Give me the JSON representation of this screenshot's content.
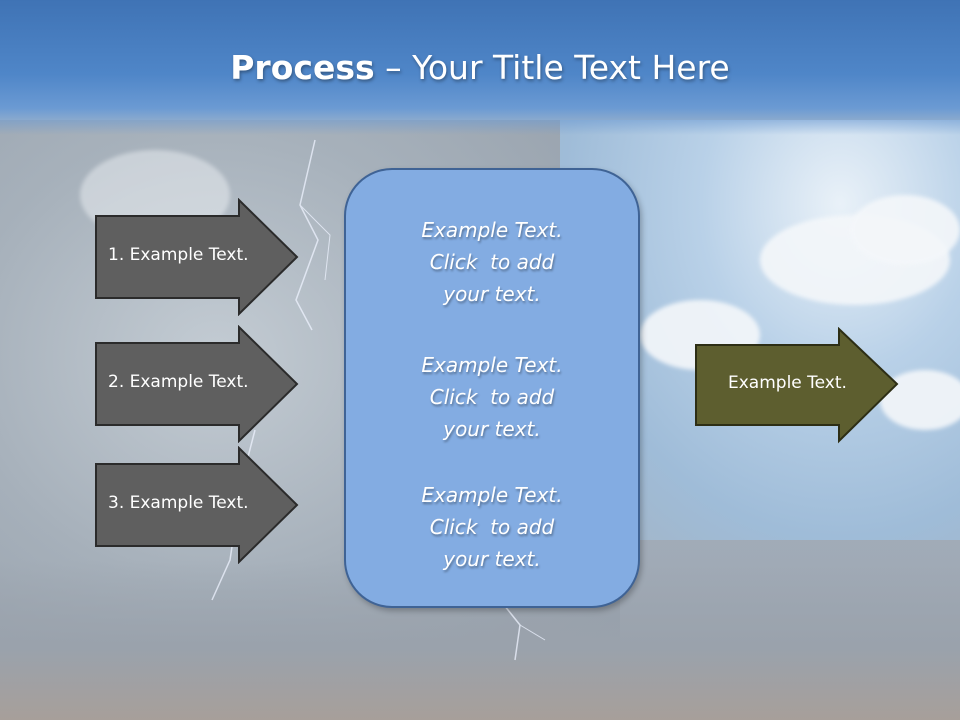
{
  "slide": {
    "title_bold": "Process",
    "title_rest": " – Your Title Text Here"
  },
  "left_arrows": [
    {
      "label": "1. Example Text."
    },
    {
      "label": "2. Example Text."
    },
    {
      "label": "3. Example Text."
    }
  ],
  "center_panel": {
    "blocks": [
      {
        "line1": "Example Text.",
        "line2": "Click  to add",
        "line3": "your text."
      },
      {
        "line1": "Example Text.",
        "line2": "Click  to add",
        "line3": "your text."
      },
      {
        "line1": "Example Text.",
        "line2": "Click  to add",
        "line3": "your text."
      }
    ]
  },
  "output_arrow": {
    "label": "Example Text."
  },
  "colors": {
    "header": "#4f86c8",
    "arrow_fill": "#5f5f5f",
    "output_arrow_fill": "#5d5e2f",
    "panel_fill": "#83ace2"
  }
}
